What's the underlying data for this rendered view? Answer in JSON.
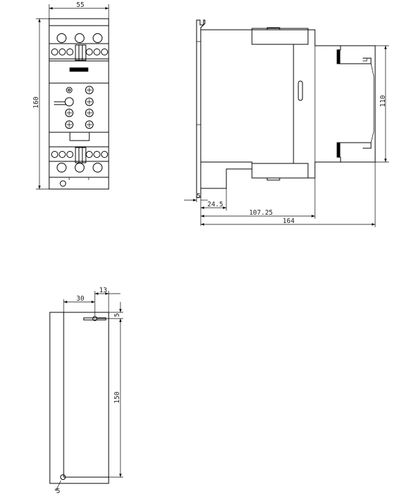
{
  "colors": {
    "line": "#000000",
    "text": "#222222",
    "background": "#ffffff"
  },
  "front_view": {
    "width_label": "55",
    "height_label": "160"
  },
  "side_view": {
    "height_label": "110",
    "offset_label": "5",
    "depth_a_label": "24.5",
    "depth_b_label": "107.25",
    "depth_total_label": "164"
  },
  "mounting_view": {
    "offset_a_label": "30",
    "offset_b_label": "13",
    "top_gap_label": "5",
    "hole_pitch_label": "150",
    "hole_diameter_label": "5"
  }
}
